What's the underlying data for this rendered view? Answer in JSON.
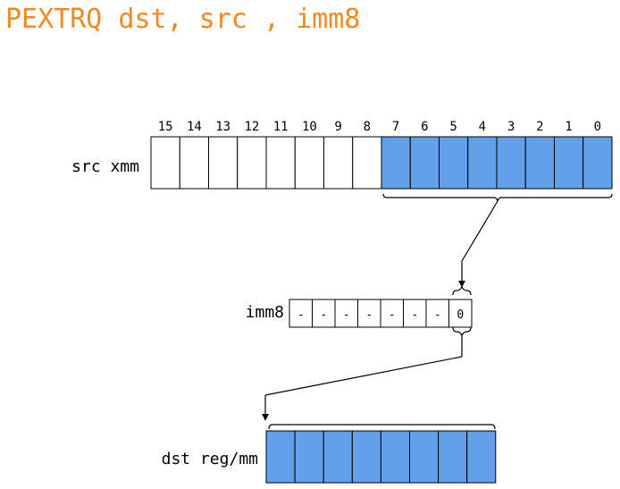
{
  "title": {
    "text": "PEXTRQ dst, src , imm8",
    "color": "#f08a24"
  },
  "colors": {
    "selected_fill": "#63a0ea",
    "empty_fill": "#ffffff",
    "stroke": "#000000"
  },
  "src": {
    "label": "src xmm",
    "byte_indices": [
      "15",
      "14",
      "13",
      "12",
      "11",
      "10",
      "9",
      "8",
      "7",
      "6",
      "5",
      "4",
      "3",
      "2",
      "1",
      "0"
    ],
    "selected_bytes": [
      7,
      6,
      5,
      4,
      3,
      2,
      1,
      0
    ]
  },
  "imm8": {
    "label": "imm8",
    "bits": [
      "-",
      "-",
      "-",
      "-",
      "-",
      "-",
      "-",
      "0"
    ],
    "selector_bit_index": 7
  },
  "dst": {
    "label": "dst reg/mm",
    "byte_count": 8,
    "filled": true
  },
  "icons": {
    "brace": "curly-brace-icon",
    "arrow": "arrow-icon"
  }
}
